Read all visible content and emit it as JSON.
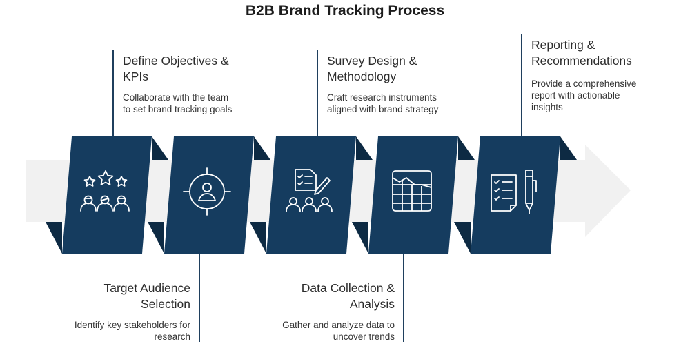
{
  "title": "B2B Brand Tracking Process",
  "colors": {
    "panel": "#153c5f",
    "panel_shadow": "#0d2a43",
    "arrow": "#f1f1f1",
    "connector": "#1f3f5d",
    "icon_stroke": "#ffffff"
  },
  "steps": [
    {
      "title_lines": [
        "Define Objectives &",
        "KPIs"
      ],
      "desc_lines": [
        "Collaborate with the team",
        "to set brand tracking goals"
      ],
      "icon": "stars-people-icon"
    },
    {
      "title_lines": [
        "Target Audience",
        "Selection"
      ],
      "desc_lines": [
        "Identify key stakeholders for",
        "research"
      ],
      "icon": "target-person-icon"
    },
    {
      "title_lines": [
        "Survey Design &",
        "Methodology"
      ],
      "desc_lines": [
        "Craft research instruments",
        "aligned with brand strategy"
      ],
      "icon": "survey-people-icon"
    },
    {
      "title_lines": [
        "Data Collection &",
        "Analysis"
      ],
      "desc_lines": [
        "Gather and analyze data to",
        "uncover trends"
      ],
      "icon": "chart-grid-icon"
    },
    {
      "title_lines": [
        "Reporting &",
        "Recommendations"
      ],
      "desc_lines": [
        "Provide a comprehensive",
        "report with actionable",
        "insights"
      ],
      "icon": "report-pen-icon"
    }
  ]
}
